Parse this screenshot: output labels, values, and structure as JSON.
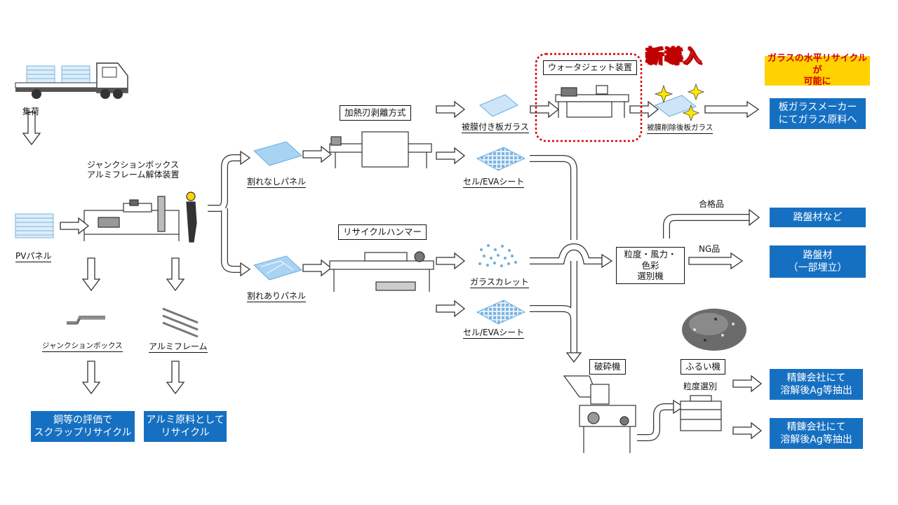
{
  "labels": {
    "collection": "集荷",
    "pv_panel": "PVパネル",
    "jb_device_line1": "ジャンクションボックス",
    "jb_device_line2": "アルミフレーム解体装置",
    "junction_box": "ジャンクションボックス",
    "aluminum_frame": "アルミフレーム",
    "unbroken_panel": "割れなしパネル",
    "broken_panel": "割れありパネル",
    "heated_blade": "加熱刃剥離方式",
    "recycle_hammer": "リサイクルハンマー",
    "coated_glass": "被膜付き板ガラス",
    "cell_eva_1": "セル/EVAシート",
    "glass_cullet": "ガラスカレット",
    "cell_eva_2": "セル/EVAシート",
    "waterjet": "ウォータジェット装置",
    "new_intro": "新導入",
    "decoated_glass": "被膜削除後板ガラス",
    "pass": "合格品",
    "ng": "NG品",
    "sorter_line1": "粒度・風力・色彩",
    "sorter_line2": "選別機",
    "crusher": "破砕機",
    "sieve": "ふるい機",
    "particle_sort": "粒度選別"
  },
  "highlight": {
    "line1": "ガラスの水平リサイクルが",
    "line2": "可能に"
  },
  "outputs": {
    "copper_1": "銅等の評価で",
    "copper_2": "スクラップリサイクル",
    "alu_1": "アルミ原料として",
    "alu_2": "リサイクル",
    "glass_maker_1": "板ガラスメーカー",
    "glass_maker_2": "にてガラス原料へ",
    "roadbed_etc": "路盤材など",
    "roadbed_1": "路盤材",
    "roadbed_2": "（一部埋立）",
    "smelter_a_1": "精錬会社にて",
    "smelter_a_2": "溶解後Ag等抽出",
    "smelter_b_1": "精錬会社にて",
    "smelter_b_2": "溶解後Ag等抽出"
  },
  "colors": {
    "output_blue": "#1670c2",
    "highlight_yellow": "#ffd200",
    "highlight_text": "#d40000",
    "new_border": "#c00000",
    "glass_blue": "#a9d3f2"
  }
}
